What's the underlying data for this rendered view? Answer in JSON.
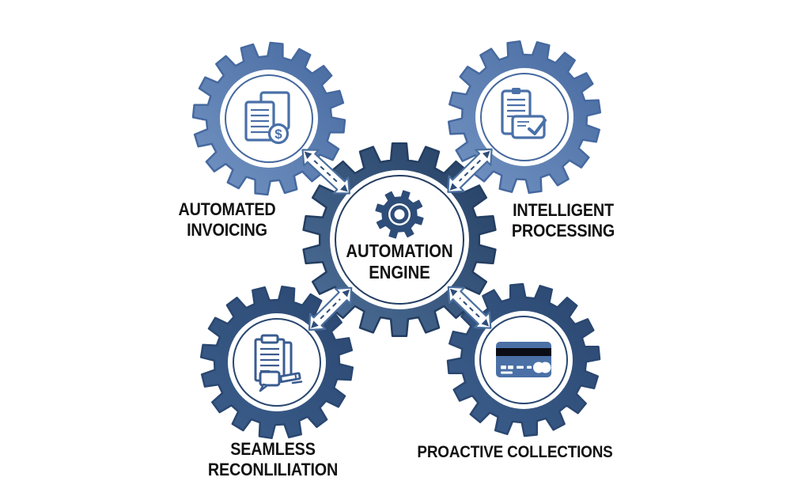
{
  "diagram": {
    "title_lines": [
      "AUTOMATION",
      "ENGINE"
    ],
    "center_icon": "gear-icon"
  },
  "nodes": [
    {
      "lines": [
        "AUTOMATED",
        "INVOICING"
      ],
      "icon": "invoice-dollar-icon"
    },
    {
      "lines": [
        "INTELLIGENT",
        "PROCESSING"
      ],
      "icon": "clipboard-check-icon"
    },
    {
      "lines": [
        "SEAMLESS",
        "RECONLILIATION"
      ],
      "icon": "clipboard-chat-pen-icon"
    },
    {
      "lines": [
        "PROACTIVE COLLECTIONS"
      ],
      "icon": "credit-card-icon"
    }
  ],
  "colors": {
    "background": "#ffffff",
    "gear_light_light": "#7394c3",
    "gear_light_dark": "#46699f",
    "gear_dark_light": "#3c5e8c",
    "gear_dark_dark": "#2a4770",
    "gear_center_light": "#4e7099",
    "gear_center_dark": "#243e62",
    "icon_stroke": "#4a70a8",
    "icon_stroke_dark": "#3a5c90",
    "card_fill": "#4a70a6",
    "card_stripe": "#0c0c14",
    "connector_outline": "#4a6f9e",
    "connector_dash": "#2e4d78",
    "engine_icon": "#2e4d78",
    "label_text": "#121212"
  }
}
